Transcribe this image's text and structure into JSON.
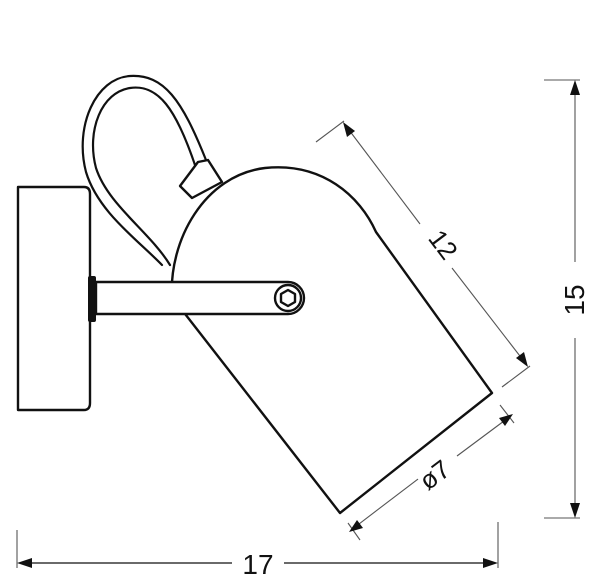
{
  "diagram": {
    "subject": "wall spotlight lamp, side view technical drawing",
    "colors": {
      "line": "#111111",
      "dimension_line": "#555555",
      "background": "#ffffff"
    },
    "components": [
      {
        "name": "wall-plate"
      },
      {
        "name": "mounting-arm"
      },
      {
        "name": "hex-bolt"
      },
      {
        "name": "cable-loop"
      },
      {
        "name": "cable-gland"
      },
      {
        "name": "lamp-shade"
      }
    ],
    "dimensions": {
      "total_width": {
        "label": "17",
        "orientation": "horizontal"
      },
      "total_height": {
        "label": "15",
        "orientation": "vertical"
      },
      "shade_length": {
        "label": "12",
        "orientation": "diagonal"
      },
      "shade_diameter": {
        "label": "ø7",
        "orientation": "diagonal"
      }
    }
  }
}
